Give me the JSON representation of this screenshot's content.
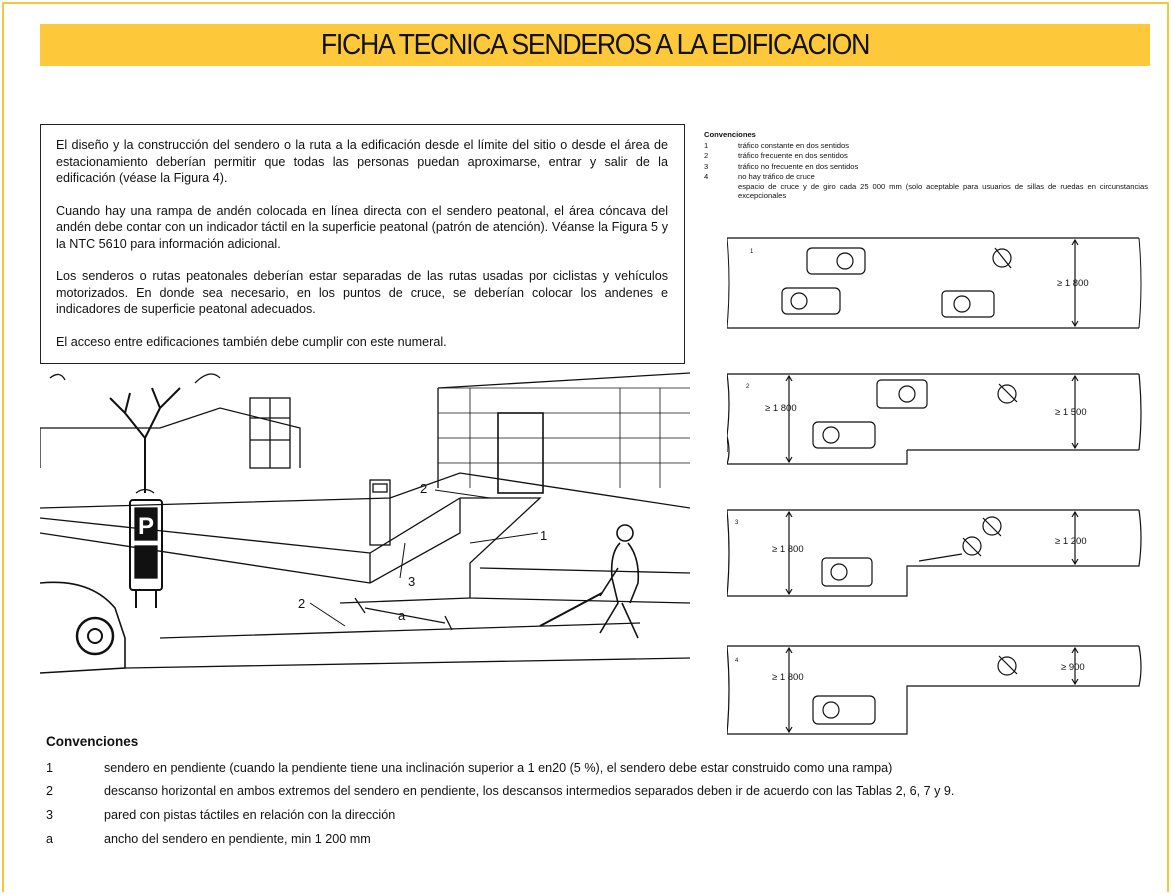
{
  "title": "FICHA TECNICA SENDEROS A LA EDIFICACION",
  "intro": {
    "p1": "El diseño y la construcción del sendero o la ruta a la edificación desde el límite del sitio o desde el área de estacionamiento deberían permitir que todas las personas puedan aproximarse, entrar y salir de la edificación (véase la Figura 4).",
    "p2": "Cuando hay una rampa de andén colocada en línea directa con el sendero peatonal, el área cóncava del andén debe contar con un indicador táctil en la superficie peatonal (patrón de atención). Véanse la Figura 5 y la NTC 5610 para información adicional.",
    "p3": "Los senderos o rutas peatonales deberían estar separadas de las rutas usadas por ciclistas y vehículos motorizados. En donde sea necesario, en los puntos de cruce, se deberían colocar los andenes e indicadores de superficie peatonal adecuados.",
    "p4": "El acceso entre edificaciones también debe cumplir con este numeral."
  },
  "illustration": {
    "labels": [
      "1",
      "2",
      "2",
      "3",
      "a"
    ],
    "sign_letter": "P"
  },
  "small_conventions": {
    "heading": "Convenciones",
    "items": [
      {
        "n": "1",
        "t": "tráfico constante en dos sentidos"
      },
      {
        "n": "2",
        "t": "tráfico frecuente en dos sentidos"
      },
      {
        "n": "3",
        "t": "tráfico no frecuente en dos sentidos"
      },
      {
        "n": "4",
        "t": "no hay tráfico de cruce"
      }
    ],
    "extra": "espacio de cruce y de giro cada 25 000 mm (solo aceptable para usuarios de sillas de ruedas en circunstancias excepcionales"
  },
  "diagrams": [
    {
      "num": "1",
      "dims": [
        "≥ 1 800"
      ]
    },
    {
      "num": "2",
      "dims": [
        "≥ 1 800",
        "≥ 1 500"
      ]
    },
    {
      "num": "3",
      "dims": [
        "≥ 1 800",
        "≥ 1 200"
      ]
    },
    {
      "num": "4",
      "dims": [
        "≥ 1 800",
        "≥ 900"
      ]
    }
  ],
  "bottom_conventions": {
    "heading": "Convenciones",
    "items": [
      {
        "n": "1",
        "t": "sendero en pendiente (cuando la pendiente tiene una inclinación superior a 1 en20 (5 %), el sendero debe estar construido como una rampa)"
      },
      {
        "n": "2",
        "t": "descanso horizontal en ambos extremos del sendero en pendiente, los descansos intermedios separados deben ir de acuerdo con las Tablas 2, 6, 7 y 9."
      },
      {
        "n": "3",
        "t": "pared con pistas táctiles en relación con la dirección"
      },
      {
        "n": "a",
        "t": "ancho del sendero en pendiente, min 1 200 mm"
      }
    ]
  },
  "colors": {
    "accent": "#fdc93a",
    "frame": "#f4c63b"
  }
}
